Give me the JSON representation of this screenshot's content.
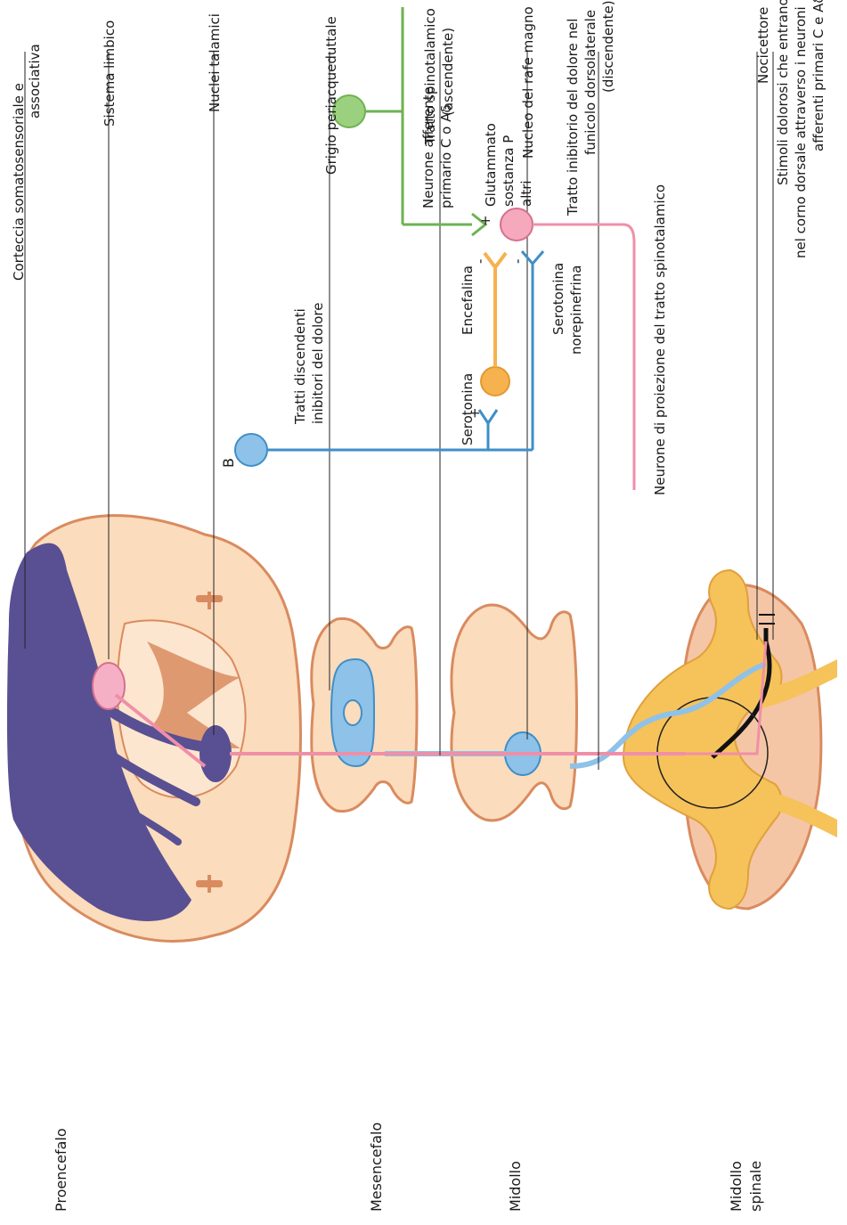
{
  "regions": {
    "proencefalo": "Proencefalo",
    "mesencefalo": "Mesencefalo",
    "midollo": "Midollo",
    "midollo_spinale": [
      "Midollo",
      "spinale"
    ]
  },
  "labels": {
    "corteccia": [
      "Corteccia somatosensoriale e",
      "associativa"
    ],
    "sistema_limbico": "Sistema limbico",
    "nuclei_talamici": "Nuclei talamici",
    "grigio": "Grigio periacqueduttale",
    "tratto_spino": [
      "Tratto spinotalamico",
      "(ascendente)"
    ],
    "rafe": "Nucleo del rafe magno",
    "tratto_inib": [
      "Tratto inibitorio del dolore nel",
      "funicolo dorsolaterale",
      "(discendente)"
    ],
    "nocicettore": "Nocicettore",
    "stimoli": [
      "Stimoli dolorosi che entrano",
      "nel corno dorsale attraverso i neuroni",
      "afferenti primari C e Aδ"
    ]
  },
  "inset": {
    "panel_letter": "B",
    "tratti_disc": [
      "Tratti discendenti",
      "inibitori del dolore"
    ],
    "serotonina_top": "Serotonina",
    "encefalina": "Encefalina",
    "sero_norepi": [
      "Serotonina",
      "norepinefrina"
    ],
    "neurone_aff": [
      "Neurone afferente",
      "primario C o Aδ"
    ],
    "glutammato": [
      "Glutammato",
      "sostanza P",
      "altri"
    ],
    "proiezione": "Neurone di proiezione del tratto spinotalamico",
    "plus": "+",
    "minus": "-"
  },
  "colors": {
    "brain_fill": "#fbdcbc",
    "brain_edge": "#d98b5f",
    "cortex_dark": "#594f93",
    "pink_tract": "#f08fa8",
    "blue_tract": "#8ec2e8",
    "blue_edge": "#3f8fc8",
    "yellow_ganglion": "#f6c25a",
    "green_neuron": "#9bd17e",
    "orange_neuron": "#f6b24e"
  }
}
